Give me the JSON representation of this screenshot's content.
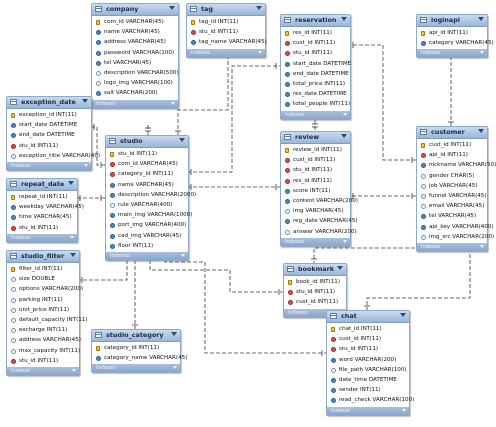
{
  "diagram": {
    "footer_label": "Indexes",
    "tables": {
      "company": {
        "title": "company",
        "columns": [
          {
            "text": "com_id VARCHAR(45)",
            "kind": "pk"
          },
          {
            "text": "name VARCHAR(45)",
            "kind": "nn"
          },
          {
            "text": "address VARCHAR(45)",
            "kind": "nn"
          },
          {
            "text": "password VARCHAR(100)",
            "kind": "nn"
          },
          {
            "text": "tel VARCHAR(45)",
            "kind": "nn"
          },
          {
            "text": "description VARCHAR(500)",
            "kind": "nul"
          },
          {
            "text": "logo_img VARCHAR(100)",
            "kind": "nul"
          },
          {
            "text": "salt VARCHAR(200)",
            "kind": "nn"
          }
        ]
      },
      "tag": {
        "title": "tag",
        "columns": [
          {
            "text": "tag_id INT(11)",
            "kind": "pk"
          },
          {
            "text": "stu_id INT(11)",
            "kind": "fk"
          },
          {
            "text": "tag_name VARCHAR(45)",
            "kind": "nn"
          }
        ]
      },
      "reservation": {
        "title": "reservation",
        "columns": [
          {
            "text": "res_id INT(11)",
            "kind": "pk"
          },
          {
            "text": "cust_id INT(11)",
            "kind": "fk"
          },
          {
            "text": "stu_id INT(11)",
            "kind": "fk"
          },
          {
            "text": "start_date DATETIME",
            "kind": "nn"
          },
          {
            "text": "end_date DATETIME",
            "kind": "nn"
          },
          {
            "text": "total_price INT(11)",
            "kind": "nn"
          },
          {
            "text": "res_date DATETIME",
            "kind": "nn"
          },
          {
            "text": "total_people INT(11)",
            "kind": "nn"
          }
        ]
      },
      "loginapi": {
        "title": "loginapi",
        "columns": [
          {
            "text": "api_id INT(11)",
            "kind": "pk"
          },
          {
            "text": "category VARCHAR(45)",
            "kind": "nn"
          }
        ]
      },
      "exception_date": {
        "title": "exception_date",
        "columns": [
          {
            "text": "exception_id INT(11)",
            "kind": "pk"
          },
          {
            "text": "start_date DATETIME",
            "kind": "nn"
          },
          {
            "text": "end_date DATETIME",
            "kind": "nn"
          },
          {
            "text": "stu_id INT(11)",
            "kind": "fk"
          },
          {
            "text": "exception_title VARCHAR(40)",
            "kind": "nul"
          }
        ]
      },
      "studio": {
        "title": "studio",
        "columns": [
          {
            "text": "stu_id INT(11)",
            "kind": "pk"
          },
          {
            "text": "com_id VARCHAR(45)",
            "kind": "fk"
          },
          {
            "text": "category_id INT(11)",
            "kind": "fk"
          },
          {
            "text": "name VARCHAR(45)",
            "kind": "nn"
          },
          {
            "text": "description VARCHAR(2000)",
            "kind": "nn"
          },
          {
            "text": "rule VARCHAR(400)",
            "kind": "nul"
          },
          {
            "text": "main_img VARCHAR(1000)",
            "kind": "nn"
          },
          {
            "text": "port_img VARCHAR(400)",
            "kind": "nn"
          },
          {
            "text": "cad_img VARCHAR(45)",
            "kind": "nn"
          },
          {
            "text": "floor INT(11)",
            "kind": "nn"
          }
        ]
      },
      "review": {
        "title": "review",
        "columns": [
          {
            "text": "review_id INT(11)",
            "kind": "pk"
          },
          {
            "text": "cust_id INT(11)",
            "kind": "fk"
          },
          {
            "text": "stu_id INT(11)",
            "kind": "fk"
          },
          {
            "text": "res_id INT(11)",
            "kind": "fk"
          },
          {
            "text": "score INT(11)",
            "kind": "nn"
          },
          {
            "text": "content VARCHAR(200)",
            "kind": "nn"
          },
          {
            "text": "img VARCHAR(45)",
            "kind": "nul"
          },
          {
            "text": "reg_date VARCHAR(45)",
            "kind": "nn"
          },
          {
            "text": "answer VARCHAR(200)",
            "kind": "nul"
          }
        ]
      },
      "customer": {
        "title": "customer",
        "columns": [
          {
            "text": "cust_id INT(11)",
            "kind": "pk"
          },
          {
            "text": "api_id INT(11)",
            "kind": "fk"
          },
          {
            "text": "nickname VARCHAR(50)",
            "kind": "nn"
          },
          {
            "text": "gender CHAR(5)",
            "kind": "nul"
          },
          {
            "text": "job VARCHAR(45)",
            "kind": "nul"
          },
          {
            "text": "funnel VARCHAR(45)",
            "kind": "nul"
          },
          {
            "text": "email VARCHAR(45)",
            "kind": "nul"
          },
          {
            "text": "tel VARCHAR(45)",
            "kind": "nn"
          },
          {
            "text": "api_key VARCHAR(400)",
            "kind": "nn"
          },
          {
            "text": "img_src VARCHAR(200)",
            "kind": "nul"
          }
        ]
      },
      "repeat_date": {
        "title": "repeat_date",
        "columns": [
          {
            "text": "repeat_id INT(11)",
            "kind": "pk"
          },
          {
            "text": "weekday VARCHAR(45)",
            "kind": "nn"
          },
          {
            "text": "time VARCHAR(45)",
            "kind": "nn"
          },
          {
            "text": "stu_id INT(11)",
            "kind": "fk"
          }
        ]
      },
      "studio_filter": {
        "title": "studio_filter",
        "columns": [
          {
            "text": "filter_id INT(11)",
            "kind": "pk"
          },
          {
            "text": "size DOUBLE",
            "kind": "nul"
          },
          {
            "text": "options VARCHAR(200)",
            "kind": "nul"
          },
          {
            "text": "parking INT(11)",
            "kind": "nul"
          },
          {
            "text": "unit_price INT(11)",
            "kind": "nul"
          },
          {
            "text": "default_capacity INT(11)",
            "kind": "nul"
          },
          {
            "text": "excharge INT(11)",
            "kind": "nul"
          },
          {
            "text": "address VARCHAR(45)",
            "kind": "nul"
          },
          {
            "text": "max_capacity INT(11)",
            "kind": "nul"
          },
          {
            "text": "stu_id INT(11)",
            "kind": "fk"
          }
        ]
      },
      "bookmark": {
        "title": "bookmark",
        "columns": [
          {
            "text": "book_id INT(11)",
            "kind": "pk"
          },
          {
            "text": "stu_id INT(11)",
            "kind": "fk"
          },
          {
            "text": "cust_id INT(11)",
            "kind": "fk"
          }
        ]
      },
      "studio_category": {
        "title": "studio_category",
        "columns": [
          {
            "text": "category_id INT(11)",
            "kind": "pk"
          },
          {
            "text": "category_name VARCHAR(45)",
            "kind": "nn"
          }
        ]
      },
      "chat": {
        "title": "chat",
        "columns": [
          {
            "text": "chat_id INT(11)",
            "kind": "pk"
          },
          {
            "text": "cust_id INT(11)",
            "kind": "fk"
          },
          {
            "text": "stu_id INT(11)",
            "kind": "fk"
          },
          {
            "text": "word VARCHAR(200)",
            "kind": "nn"
          },
          {
            "text": "file_path VARCHAR(100)",
            "kind": "nul"
          },
          {
            "text": "date_time DATETIME",
            "kind": "nn"
          },
          {
            "text": "sender INT(11)",
            "kind": "nn"
          },
          {
            "text": "read_check VARCHAR(100)",
            "kind": "nn"
          }
        ]
      }
    },
    "relationships": [
      {
        "from": "studio",
        "to": "company"
      },
      {
        "from": "studio",
        "to": "tag"
      },
      {
        "from": "studio",
        "to": "reservation"
      },
      {
        "from": "customer",
        "to": "reservation"
      },
      {
        "from": "customer",
        "to": "loginapi"
      },
      {
        "from": "studio",
        "to": "exception_date"
      },
      {
        "from": "studio",
        "to": "repeat_date"
      },
      {
        "from": "studio",
        "to": "studio_filter"
      },
      {
        "from": "studio",
        "to": "studio_category"
      },
      {
        "from": "studio",
        "to": "review"
      },
      {
        "from": "customer",
        "to": "review"
      },
      {
        "from": "reservation",
        "to": "review"
      },
      {
        "from": "studio",
        "to": "bookmark"
      },
      {
        "from": "customer",
        "to": "bookmark"
      },
      {
        "from": "studio",
        "to": "chat"
      },
      {
        "from": "customer",
        "to": "chat"
      }
    ]
  }
}
